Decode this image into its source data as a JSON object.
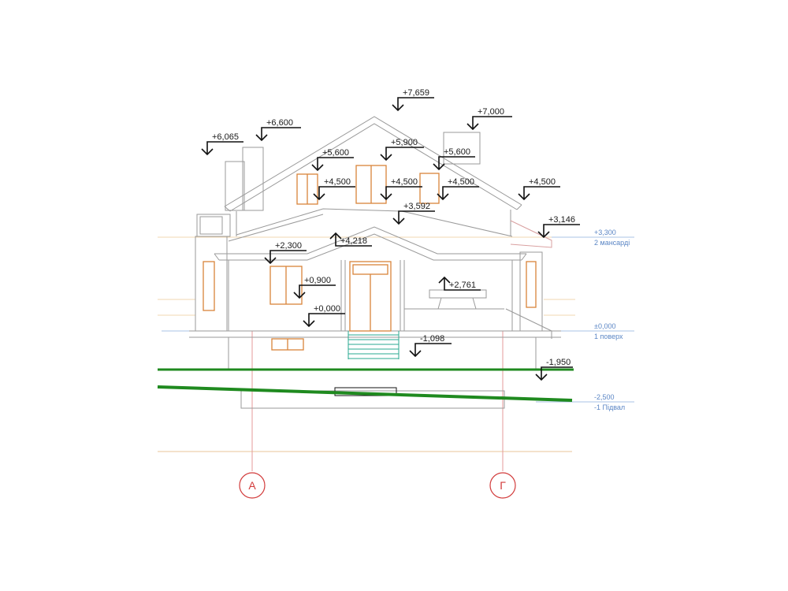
{
  "drawing": {
    "axes": [
      {
        "id": "axis-a",
        "label": "А"
      },
      {
        "id": "axis-g",
        "label": "Г"
      }
    ],
    "levels": [
      {
        "id": "level-mansard",
        "value": "+3,300",
        "name": "2 мансарді"
      },
      {
        "id": "level-ground",
        "value": "±0,000",
        "name": "1 поверх"
      },
      {
        "id": "level-basement",
        "value": "-2,500",
        "name": "-1 Підвал"
      }
    ],
    "elevations": [
      {
        "id": "elev-7659",
        "text": "+7,659"
      },
      {
        "id": "elev-7000",
        "text": "+7,000"
      },
      {
        "id": "elev-6600",
        "text": "+6,600"
      },
      {
        "id": "elev-6065",
        "text": "+6,065"
      },
      {
        "id": "elev-5600-left",
        "text": "+5,600"
      },
      {
        "id": "elev-5900",
        "text": "+5,900"
      },
      {
        "id": "elev-5600-right",
        "text": "+5,600"
      },
      {
        "id": "elev-4500-1",
        "text": "+4,500"
      },
      {
        "id": "elev-4500-2",
        "text": "+4,500"
      },
      {
        "id": "elev-4500-3",
        "text": "+4,500"
      },
      {
        "id": "elev-4500-4",
        "text": "+4,500"
      },
      {
        "id": "elev-3592",
        "text": "+3,592"
      },
      {
        "id": "elev-4218",
        "text": "+4,218"
      },
      {
        "id": "elev-3146",
        "text": "+3,146"
      },
      {
        "id": "elev-2300",
        "text": "+2,300"
      },
      {
        "id": "elev-2761",
        "text": "+2,761"
      },
      {
        "id": "elev-0900",
        "text": "+0,900"
      },
      {
        "id": "elev-0000",
        "text": "+0,000"
      },
      {
        "id": "elev-1098",
        "text": "-1,098"
      },
      {
        "id": "elev-1950",
        "text": "-1,950"
      }
    ],
    "colors": {
      "outline": "#9a9a9a",
      "window": "#d9843a",
      "gridline": "#e09a9a",
      "ground": "#1f8a1f",
      "level_text": "#5b86c5",
      "axis": "#d23b3b",
      "marker": "#111111"
    }
  }
}
